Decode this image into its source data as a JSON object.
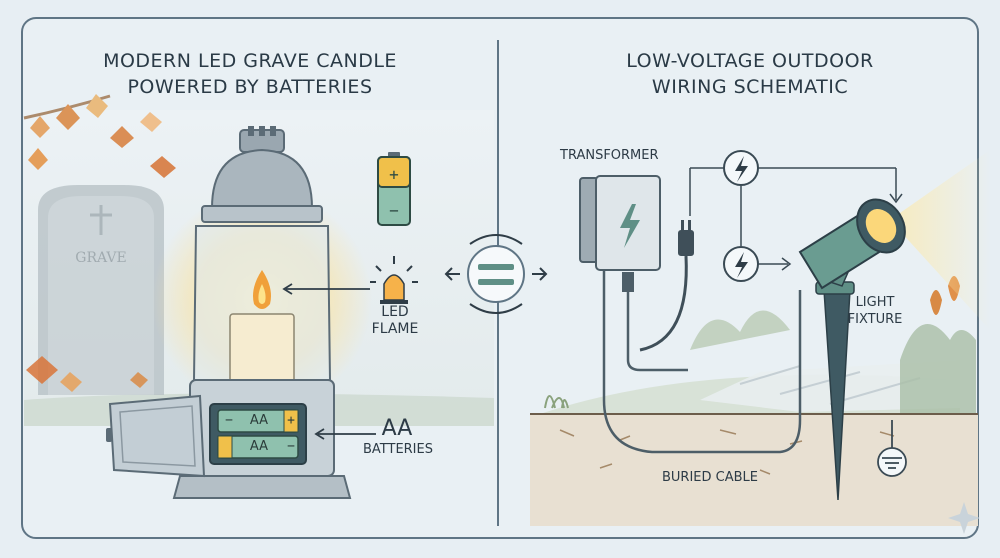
{
  "left_panel": {
    "title_line1": "MODERN LED GRAVE CANDLE",
    "title_line2": "POWERED BY BATTERIES",
    "grave_text": "GRAVE",
    "led_label_line1": "LED",
    "led_label_line2": "FLAME",
    "aa_label": "AA",
    "batteries_label": "BATTERIES",
    "cell_top": "AA",
    "cell_bottom": "AA",
    "cell_minus": "−",
    "cell_plus": "+",
    "icon_battery_plus": "+",
    "icon_battery_minus": "−"
  },
  "right_panel": {
    "title_line1": "LOW-VOLTAGE OUTDOOR",
    "title_line2": "WIRING SCHEMATIC",
    "transformer_label": "TRANSFORMER",
    "light_label_line1": "LIGHT",
    "light_label_line2": "FIXTURE",
    "cable_label": "BURIED CABLE"
  },
  "colors": {
    "background": "#e7eef3",
    "frame_border": "#5f7585",
    "accent_green": "#5f8f86",
    "battery_green": "#7fb3a3",
    "flame_orange": "#f0a03a",
    "glow_yellow": "#fbe3a0",
    "soil_brown": "#a58a6a"
  },
  "icons": [
    "battery-icon",
    "led-icon",
    "lightning-icon",
    "ground-icon",
    "plug-icon",
    "sparkle-icon"
  ]
}
